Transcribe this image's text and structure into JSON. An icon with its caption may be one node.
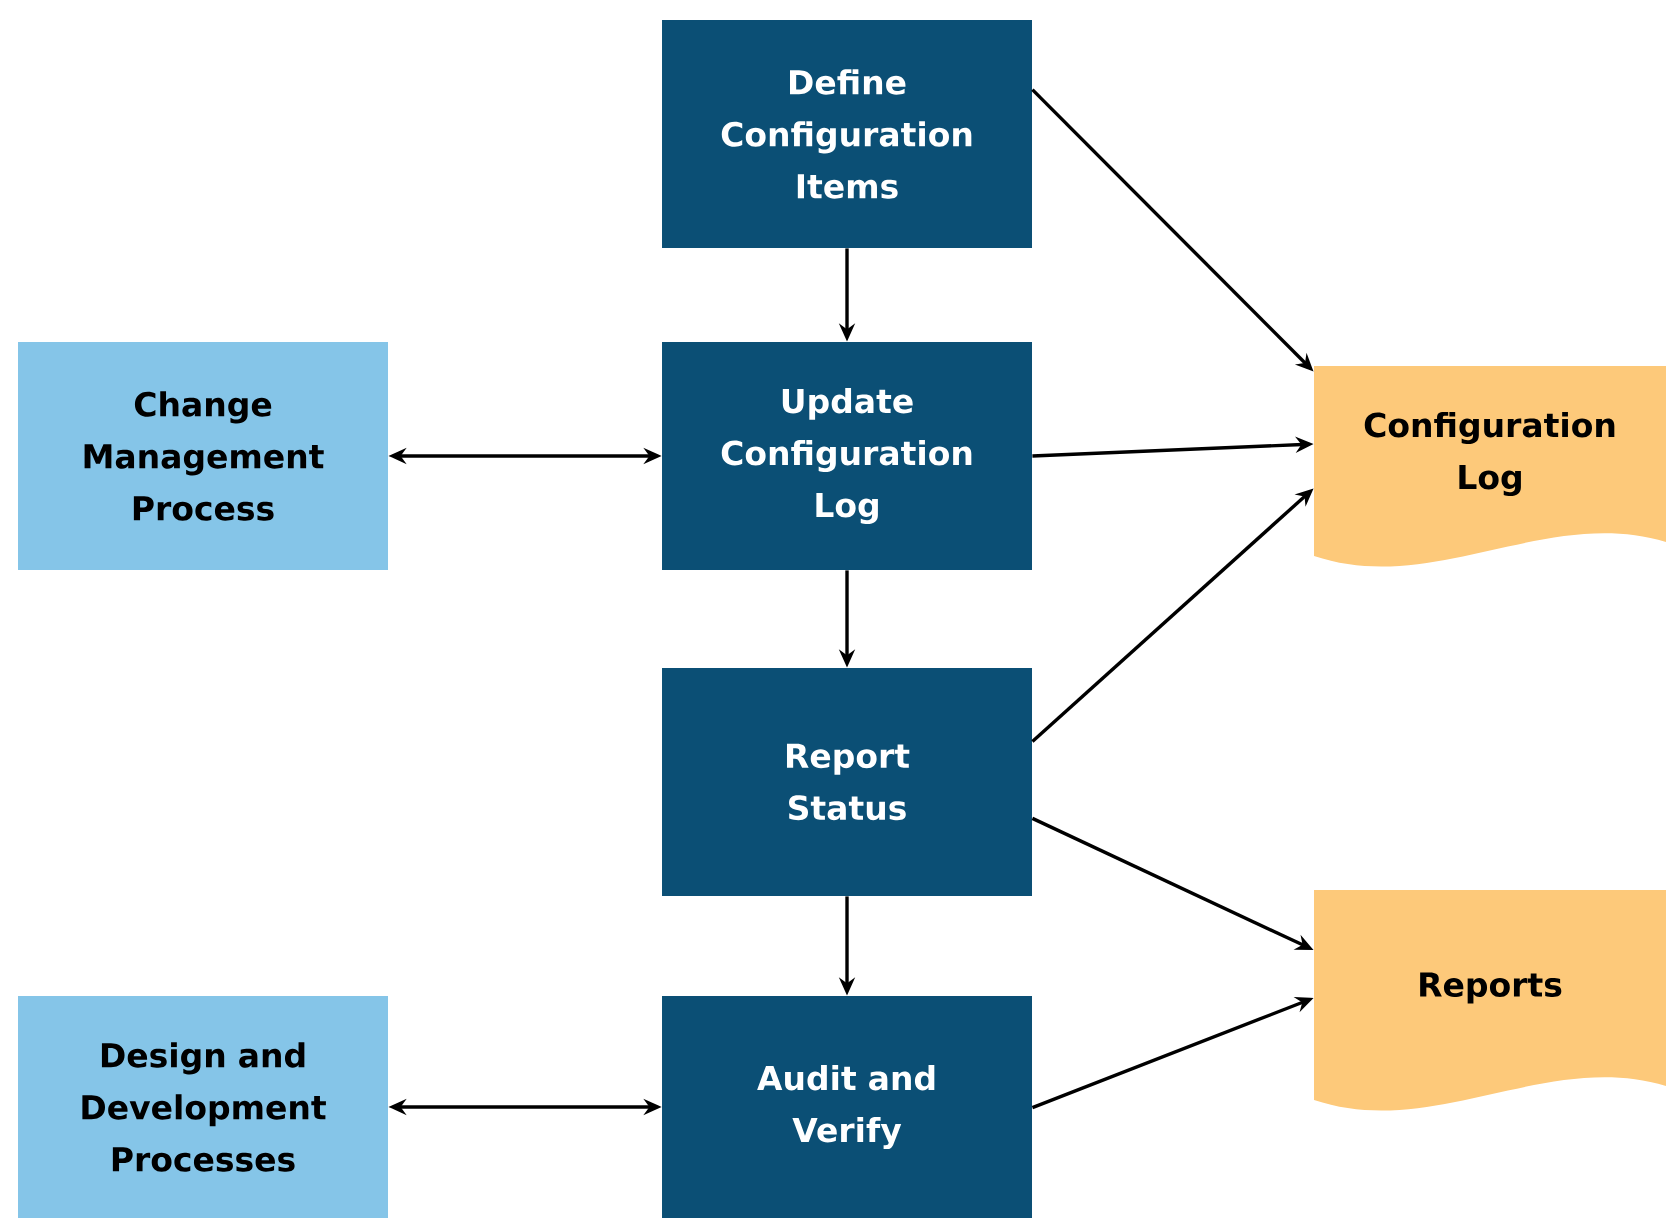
{
  "diagram": {
    "nodes": [
      {
        "text": [
          "Define Configuration Items"
        ]
      },
      {
        "text": [
          "Change Management Process"
        ]
      },
      {
        "text": [
          "Update Configuration Log"
        ]
      },
      {
        "text": [
          "Configuration Log"
        ]
      },
      {
        "text": [
          "Report Status"
        ]
      },
      {
        "text": [
          "Reports"
        ]
      },
      {
        "text": [
          "Design and Development Processes"
        ]
      },
      {
        "text": [
          "Audit and Verify"
        ]
      }
    ],
    "edges": [
      {
        "from": 0,
        "to": 2,
        "arrow": "to"
      },
      {
        "from": 0,
        "to": 3,
        "arrow": "to"
      },
      {
        "from": 1,
        "to": 2,
        "arrow": "both"
      },
      {
        "from": 2,
        "to": 3,
        "arrow": "to"
      },
      {
        "from": 2,
        "to": 4,
        "arrow": "to"
      },
      {
        "from": 4,
        "to": 3,
        "arrow": "to"
      },
      {
        "from": 4,
        "to": 5,
        "arrow": "to"
      },
      {
        "from": 4,
        "to": 7,
        "arrow": "to"
      },
      {
        "from": 6,
        "to": 7,
        "arrow": "both"
      },
      {
        "from": 7,
        "to": 5,
        "arrow": "to"
      }
    ]
  }
}
